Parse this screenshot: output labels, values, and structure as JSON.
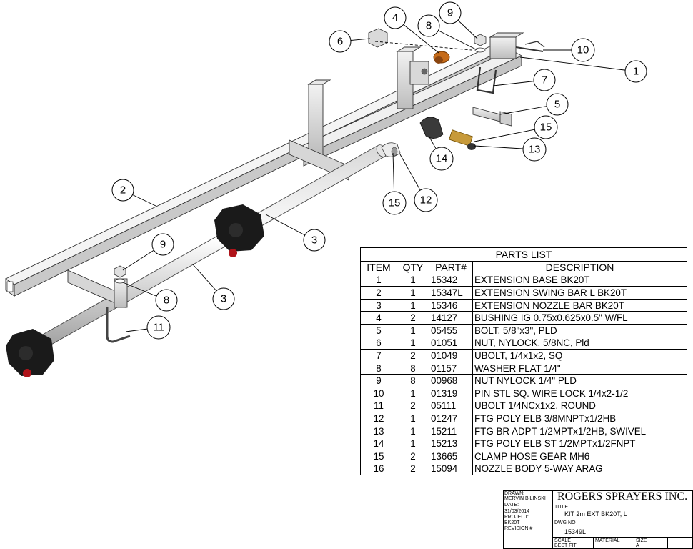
{
  "callouts": [
    "1",
    "2",
    "3",
    "3",
    "4",
    "5",
    "6",
    "7",
    "8",
    "8",
    "9",
    "9",
    "10",
    "11",
    "12",
    "13",
    "14",
    "15",
    "15"
  ],
  "parts_list": {
    "title": "PARTS LIST",
    "headers": [
      "ITEM",
      "QTY",
      "PART#",
      "DESCRIPTION"
    ],
    "rows": [
      [
        "1",
        "1",
        "15342",
        "EXTENSION BASE BK20T"
      ],
      [
        "2",
        "1",
        "15347L",
        "EXTENSION SWING BAR L BK20T"
      ],
      [
        "3",
        "1",
        "15346",
        "EXTENSION NOZZLE BAR BK20T"
      ],
      [
        "4",
        "2",
        "14127",
        "BUSHING IG 0.75x0.625x0.5\" W/FL"
      ],
      [
        "5",
        "1",
        "05455",
        "BOLT, 5/8\"x3\", PLD"
      ],
      [
        "6",
        "1",
        "01051",
        "NUT, NYLOCK, 5/8NC, Pld"
      ],
      [
        "7",
        "2",
        "01049",
        "UBOLT, 1/4x1x2, SQ"
      ],
      [
        "8",
        "8",
        "01157",
        "WASHER FLAT 1/4\""
      ],
      [
        "9",
        "8",
        "00968",
        "NUT NYLOCK 1/4\" PLD"
      ],
      [
        "10",
        "1",
        "01319",
        "PIN STL SQ. WIRE LOCK 1/4x2-1/2"
      ],
      [
        "11",
        "2",
        "05111",
        "UBOLT 1/4NCx1x2, ROUND"
      ],
      [
        "12",
        "1",
        "01247",
        "FTG POLY ELB 3/8MNPTx1/2HB"
      ],
      [
        "13",
        "1",
        "15211",
        "FTG BR ADPT 1/2MPTx1/2HB, SWIVEL"
      ],
      [
        "14",
        "1",
        "15213",
        "FTG POLY ELB ST 1/2MPTx1/2FNPT"
      ],
      [
        "15",
        "2",
        "13665",
        "CLAMP HOSE GEAR MH6"
      ],
      [
        "16",
        "2",
        "15094",
        "NOZZLE BODY 5-WAY ARAG"
      ]
    ]
  },
  "title_block": {
    "drawn_label": "DRAWN:",
    "drawn_value": "MERVIN BILINSKI",
    "date_label": "DATE:",
    "date_value": "31/03/2014",
    "project_label": "PROJECT:",
    "project_value": "BK20T",
    "revision_label": "REVISION #",
    "company": "ROGERS SPRAYERS INC.",
    "title_label": "TITLE",
    "title_value": "KIT 2m EXT BK20T, L",
    "dwg_label": "DWG NO",
    "dwg_value": "15349L",
    "scale_label": "SCALE",
    "scale_value": "BEST FIT",
    "material_label": "MATERIAL",
    "size_label": "SIZE",
    "size_value": "A"
  }
}
